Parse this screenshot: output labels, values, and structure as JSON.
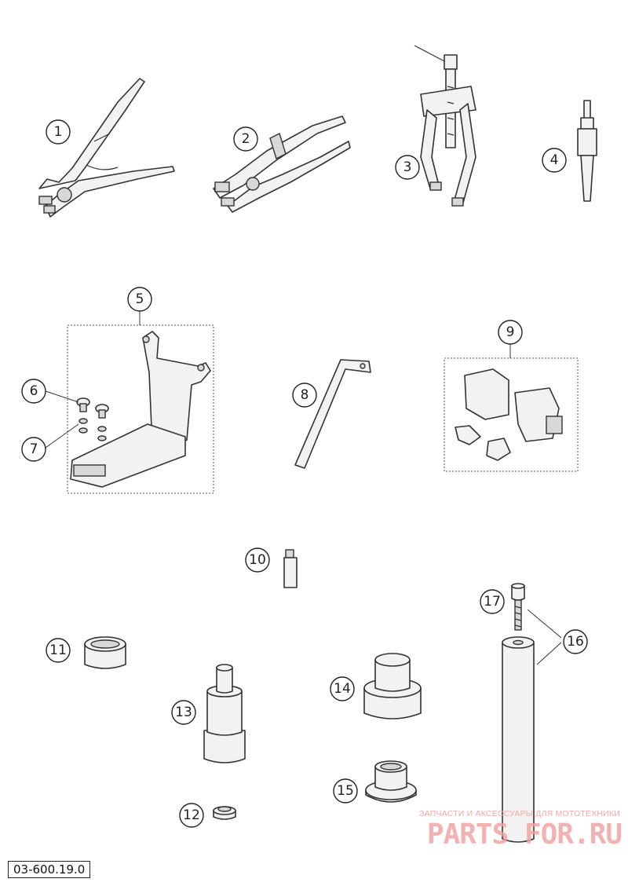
{
  "diagram": {
    "callouts": [
      "1",
      "2",
      "3",
      "4",
      "5",
      "6",
      "7",
      "8",
      "9",
      "10",
      "11",
      "12",
      "13",
      "14",
      "15",
      "16",
      "17"
    ]
  },
  "footer": {
    "code": "03-600.19.0"
  },
  "watermark": {
    "tagline": "ЗАПЧАСТИ И АКСЕССУАРЫ ДЛЯ МОТОТЕХНИКИ",
    "brand": "PARTS FOR.RU"
  }
}
